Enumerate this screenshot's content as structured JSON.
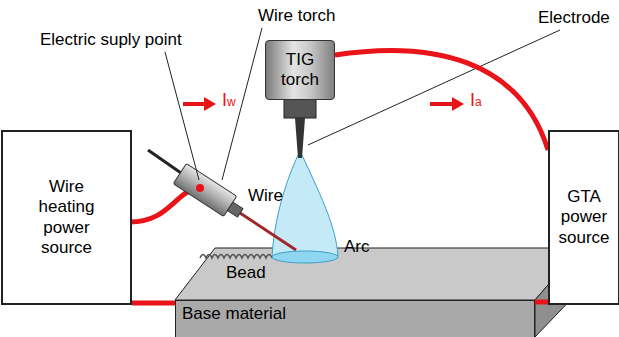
{
  "diagram": {
    "nodes": [
      {
        "text": [
          "Wire heating power source"
        ]
      },
      {
        "text": [
          "TIG torch"
        ]
      },
      {
        "text": [
          "GTA power source"
        ]
      },
      {
        "text": [
          "Base material"
        ]
      }
    ],
    "edges": [
      {
        "from": 0,
        "to": 3,
        "arrow": "none"
      },
      {
        "from": 1,
        "to": 2,
        "arrow": "none"
      },
      {
        "from": 2,
        "to": 3,
        "arrow": "none"
      }
    ],
    "labels": [
      "Electric suply point",
      "Wire torch",
      "Electrode",
      "Iw",
      "Ia",
      "Wire",
      "Bead",
      "Arc"
    ]
  }
}
